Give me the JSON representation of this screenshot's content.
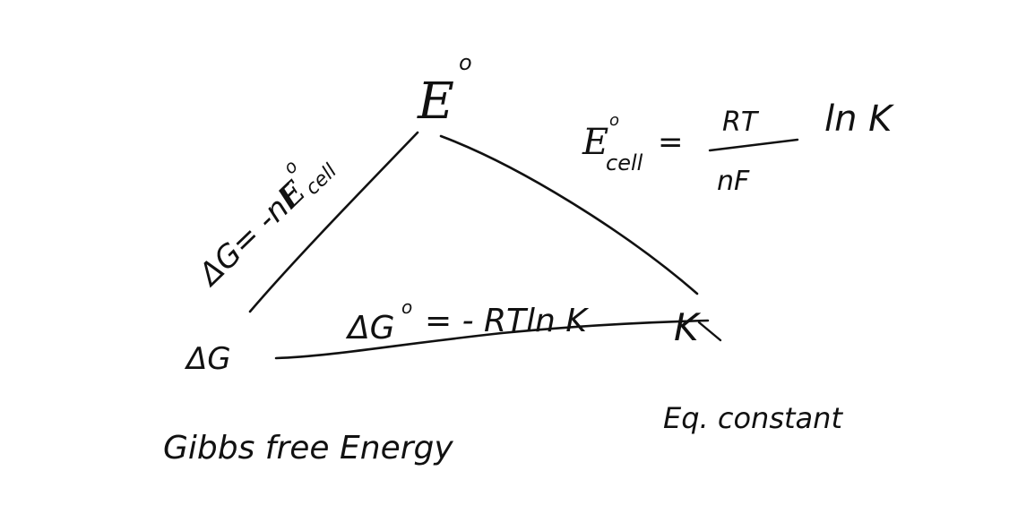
{
  "ink_color": "#111111",
  "background": "#ffffff",
  "vertices": {
    "top": {
      "label": "E",
      "superscript": "o"
    },
    "left": {
      "label": "ΔG"
    },
    "right": {
      "label": "K"
    }
  },
  "edges": {
    "left_edge": {
      "prefix": "ΔG= -nF",
      "E": "E",
      "superscript": "o",
      "subscript": "cell"
    },
    "right_edge": {
      "lhs_E": "E",
      "lhs_superscript": "o",
      "lhs_subscript": "cell",
      "equals": "=",
      "numerator": "RT",
      "denominator": "nF",
      "log_term": "ln K"
    },
    "bottom_edge": {
      "prefix": "ΔG",
      "superscript": "o",
      "rest": "= - RTln K"
    }
  },
  "captions": {
    "left": "Gibbs free Energy",
    "right": "Eq. constant"
  }
}
